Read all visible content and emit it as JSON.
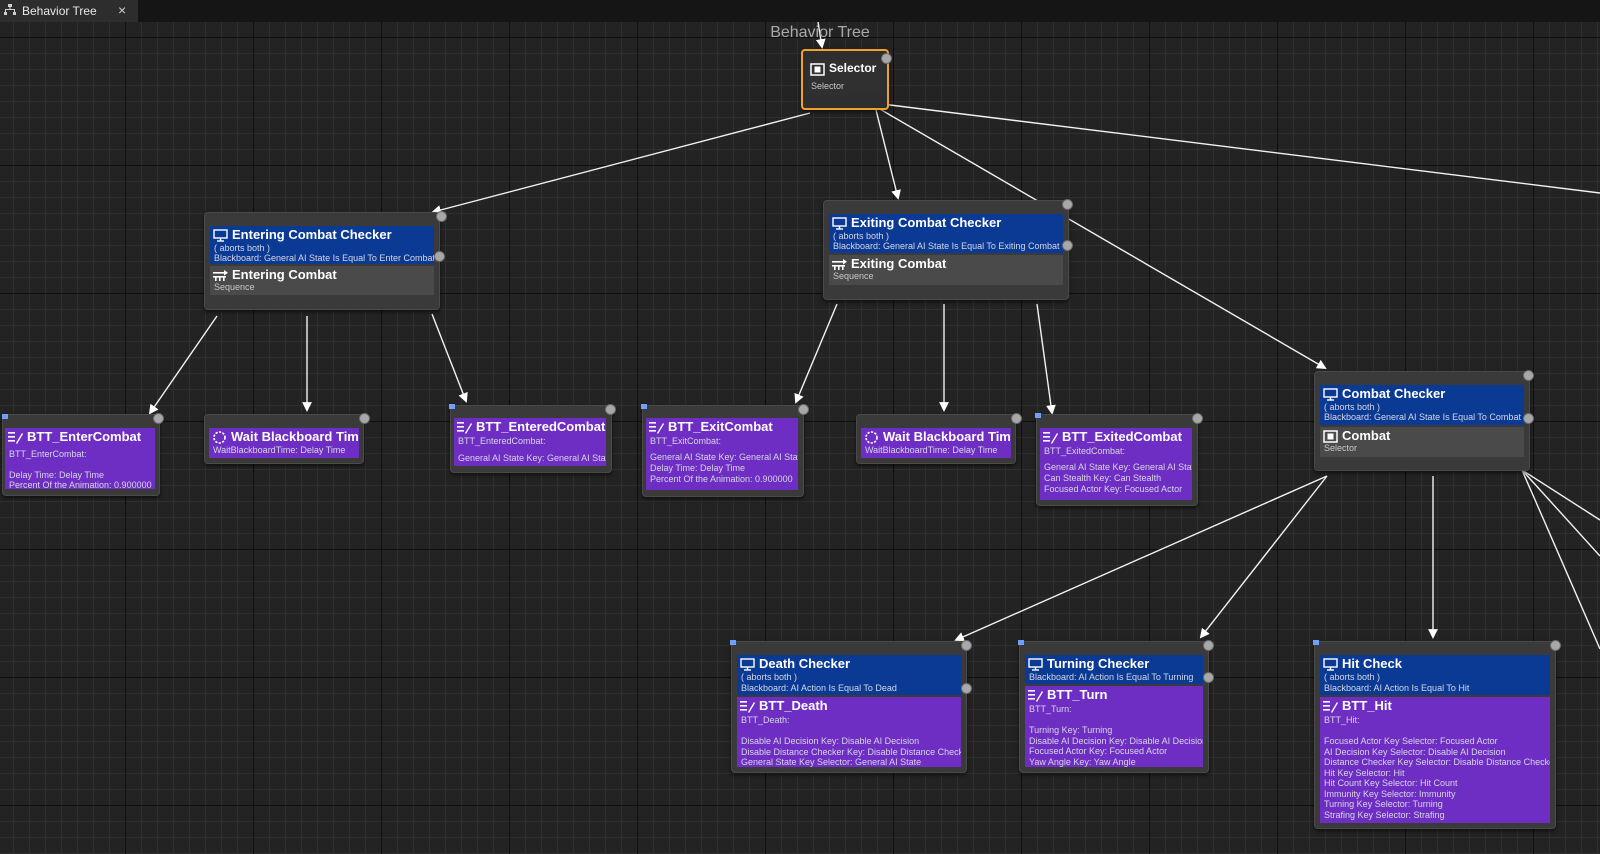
{
  "tab": {
    "label": "Behavior Tree",
    "close": "×"
  },
  "graph": {
    "title": "Behavior Tree"
  },
  "colors": {
    "decorator": "#0b3a94",
    "task": "#6f2ec3",
    "composite": "#4a4a4a",
    "selected_border": "#f0a32a"
  },
  "nodes": {
    "root_selector": {
      "title": "Selector",
      "subtitle": "Selector"
    },
    "entering_combat": {
      "decorator_title": "Entering Combat Checker",
      "decorator_aborts": "( aborts both )",
      "decorator_blackboard": "Blackboard: General AI State Is Equal To Enter Combat",
      "composite_title": "Entering Combat",
      "composite_subtitle": "Sequence"
    },
    "exiting_combat": {
      "decorator_title": "Exiting Combat Checker",
      "decorator_aborts": "( aborts both )",
      "decorator_blackboard": "Blackboard: General AI State Is Equal To Exiting Combat",
      "composite_title": "Exiting Combat",
      "composite_subtitle": "Sequence"
    },
    "combat": {
      "decorator_title": "Combat Checker",
      "decorator_aborts": "( aborts both )",
      "decorator_blackboard": "Blackboard: General AI State Is Equal To Combat",
      "composite_title": "Combat",
      "composite_subtitle": "Selector"
    },
    "btt_entercombat": {
      "title": "BTT_EnterCombat",
      "lines": [
        "BTT_EnterCombat:",
        "",
        "Delay Time: Delay Time",
        "Percent Of the Animation: 0.900000"
      ]
    },
    "wait_bb_1": {
      "title": "Wait Blackboard Time",
      "lines": [
        "WaitBlackboardTime: Delay Time"
      ]
    },
    "btt_enteredcombat": {
      "title": "BTT_EnteredCombat",
      "lines": [
        "BTT_EnteredCombat:",
        "",
        "General AI State Key: General AI State"
      ]
    },
    "btt_exitcombat": {
      "title": "BTT_ExitCombat",
      "lines": [
        "BTT_ExitCombat:",
        "",
        "General AI State Key: General AI State",
        "Delay Time: Delay Time",
        "Percent Of the Animation: 0.900000"
      ]
    },
    "wait_bb_2": {
      "title": "Wait Blackboard Time",
      "lines": [
        "WaitBlackboardTime: Delay Time"
      ]
    },
    "btt_exitedcombat": {
      "title": "BTT_ExitedCombat",
      "lines": [
        "BTT_ExitedCombat:",
        "",
        "General AI State Key: General AI State",
        "Can Stealth Key: Can Stealth",
        "Focused Actor Key: Focused Actor"
      ]
    },
    "death": {
      "decorator_title": "Death Checker",
      "decorator_aborts": "( aborts both )",
      "decorator_blackboard": "Blackboard: AI Action Is Equal To Dead",
      "task_title": "BTT_Death",
      "lines": [
        "BTT_Death:",
        "",
        "Disable AI Decision Key: Disable AI Decision",
        "Disable Distance Checker Key: Disable Distance Checker",
        "General State Key Selector: General AI State"
      ]
    },
    "turning": {
      "decorator_title": "Turning Checker",
      "decorator_blackboard": "Blackboard: AI Action Is Equal To Turning",
      "task_title": "BTT_Turn",
      "lines": [
        "BTT_Turn:",
        "",
        "Turning Key: Turning",
        "Disable AI Decision Key: Disable AI Decision",
        "Focused Actor Key: Focused Actor",
        "Yaw Angle Key: Yaw Angle"
      ]
    },
    "hit": {
      "decorator_title": "Hit Check",
      "decorator_aborts": "( aborts both )",
      "decorator_blackboard": "Blackboard: AI Action Is Equal To Hit",
      "task_title": "BTT_Hit",
      "lines": [
        "BTT_Hit:",
        "",
        "Focused Actor Key Selector: Focused Actor",
        "AI Decision Key Selector: Disable AI Decision",
        "Distance Checker Key Selector: Disable Distance Checker",
        "Hit Key Selector: Hit",
        "Hit Count Key Selector: Hit Count",
        "Immunity Key Selector: Immunity",
        "Turning Key Selector: Turning",
        "Strafing Key Selector: Strafing"
      ]
    }
  }
}
